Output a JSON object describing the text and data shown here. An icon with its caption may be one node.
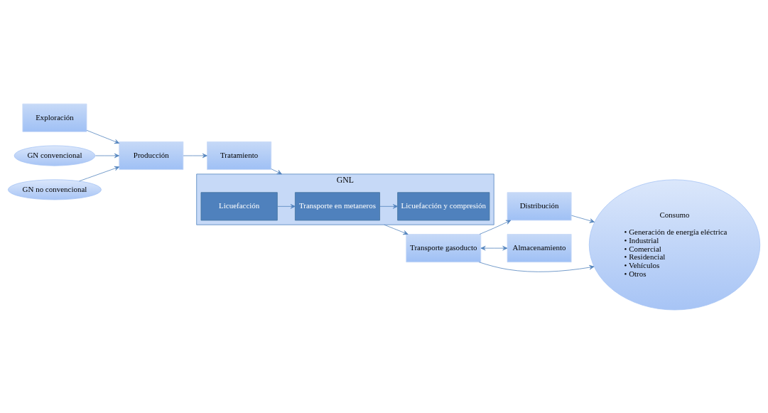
{
  "diagram": {
    "nodes": [
      {
        "text": [
          "Exploración"
        ]
      },
      {
        "text": [
          "Producción"
        ]
      },
      {
        "text": [
          "Tratamiento"
        ]
      },
      {
        "text": [
          "GNL"
        ]
      },
      {
        "text": [
          "Licuefacción"
        ],
        "in": 3
      },
      {
        "text": [
          "Transporte en metaneros"
        ],
        "in": 3
      },
      {
        "text": [
          "Licuefacción y compresión"
        ],
        "in": 3
      },
      {
        "text": [
          "Transporte gasoducto"
        ]
      },
      {
        "text": [
          "Distribución"
        ]
      },
      {
        "text": [
          "Almacenamiento"
        ]
      },
      {
        "text": [
          "GN convencional"
        ]
      },
      {
        "text": [
          "GN no convencional"
        ]
      },
      {
        "text": [
          "Consumo",
          "• Generación de energía eléctrica",
          "• Industrial",
          "• Comercial",
          "• Residencial",
          "• Vehículos",
          "• Otros"
        ]
      }
    ],
    "edges": [
      {
        "from": 0,
        "to": 1,
        "arrow": "to"
      },
      {
        "from": 1,
        "to": 2,
        "arrow": "to"
      },
      {
        "from": 2,
        "to": 3,
        "arrow": "to"
      },
      {
        "from": 4,
        "to": 5,
        "arrow": "to"
      },
      {
        "from": 5,
        "to": 6,
        "arrow": "to"
      },
      {
        "from": 3,
        "to": 7,
        "arrow": "to"
      },
      {
        "from": 7,
        "to": 8,
        "arrow": "to"
      },
      {
        "from": 7,
        "to": 12,
        "arrow": "to"
      },
      {
        "from": 8,
        "to": 12,
        "arrow": "to"
      },
      {
        "from": 7,
        "to": 9,
        "arrow": "both"
      },
      {
        "from": 10,
        "to": 1,
        "arrow": "to"
      },
      {
        "from": 11,
        "to": 1,
        "arrow": "to"
      }
    ]
  }
}
